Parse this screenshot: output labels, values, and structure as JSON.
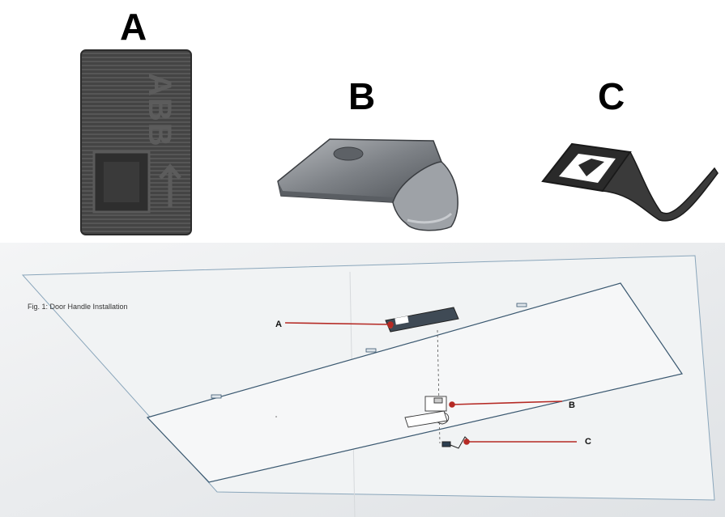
{
  "labels": {
    "a": "A",
    "b": "B",
    "c": "C"
  },
  "part_a": {
    "brand_text": "ABB"
  },
  "figure": {
    "caption": "Fig. 1: Door Handle Installation",
    "callouts": {
      "a": "A",
      "b": "B",
      "c": "C"
    }
  },
  "colors": {
    "callout_line": "#b52a25",
    "panel_outline": "#3a5870",
    "paper": "#eef0f2",
    "part_dark": "#3e3e3e",
    "metal": "#8a8d92"
  }
}
